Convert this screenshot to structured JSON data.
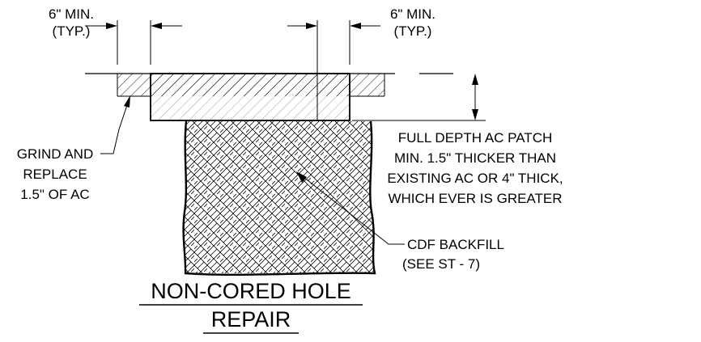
{
  "labels": {
    "left_dim": [
      "6\" MIN.",
      "(TYP.)"
    ],
    "right_dim": [
      "6\" MIN.",
      "(TYP.)"
    ],
    "grind": [
      "GRIND AND",
      "REPLACE",
      "1.5\" OF AC"
    ],
    "patch": [
      "FULL DEPTH AC PATCH",
      "MIN. 1.5\" THICKER THAN",
      "EXISTING AC OR 4\" THICK,",
      "WHICH EVER IS GREATER"
    ],
    "backfill": [
      "CDF BACKFILL",
      "(SEE ST - 7)"
    ]
  },
  "title": [
    "NON-CORED HOLE",
    "REPAIR"
  ]
}
